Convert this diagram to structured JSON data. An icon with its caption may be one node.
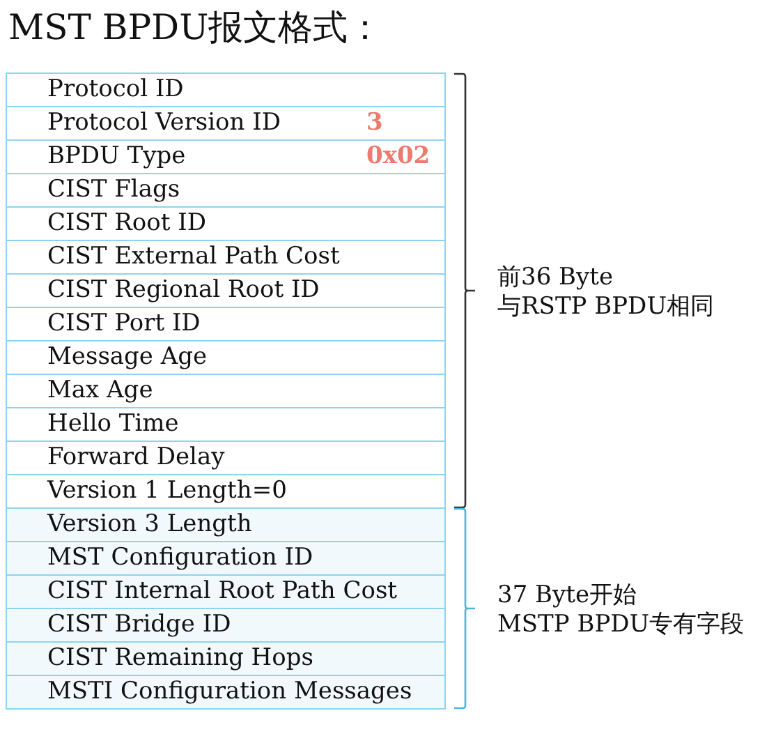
{
  "diagram": {
    "title": "MST BPDU报文格式：",
    "nodes": [
      {
        "text": [
          "Protocol ID"
        ]
      },
      {
        "text": [
          "Protocol Version ID",
          "3"
        ]
      },
      {
        "text": [
          "BPDU Type",
          "0x02"
        ]
      },
      {
        "text": [
          "CIST Flags"
        ]
      },
      {
        "text": [
          "CIST Root ID"
        ]
      },
      {
        "text": [
          "CIST External Path Cost"
        ]
      },
      {
        "text": [
          "CIST Regional Root ID"
        ]
      },
      {
        "text": [
          "CIST Port ID"
        ]
      },
      {
        "text": [
          "Message Age"
        ]
      },
      {
        "text": [
          "Max Age"
        ]
      },
      {
        "text": [
          "Hello Time"
        ]
      },
      {
        "text": [
          "Forward Delay"
        ]
      },
      {
        "text": [
          "Version 1 Length=0"
        ]
      },
      {
        "text": [
          "Version 3 Length"
        ]
      },
      {
        "text": [
          "MST Configuration ID"
        ]
      },
      {
        "text": [
          "CIST Internal Root Path Cost"
        ]
      },
      {
        "text": [
          "CIST Bridge ID"
        ]
      },
      {
        "text": [
          "CIST Remaining Hops"
        ]
      },
      {
        "text": [
          "MSTI Configuration Messages"
        ]
      }
    ],
    "labels": [
      "前36 Byte 与RSTP BPDU相同",
      "37 Byte开始 MSTP BPDU专有字段"
    ]
  }
}
